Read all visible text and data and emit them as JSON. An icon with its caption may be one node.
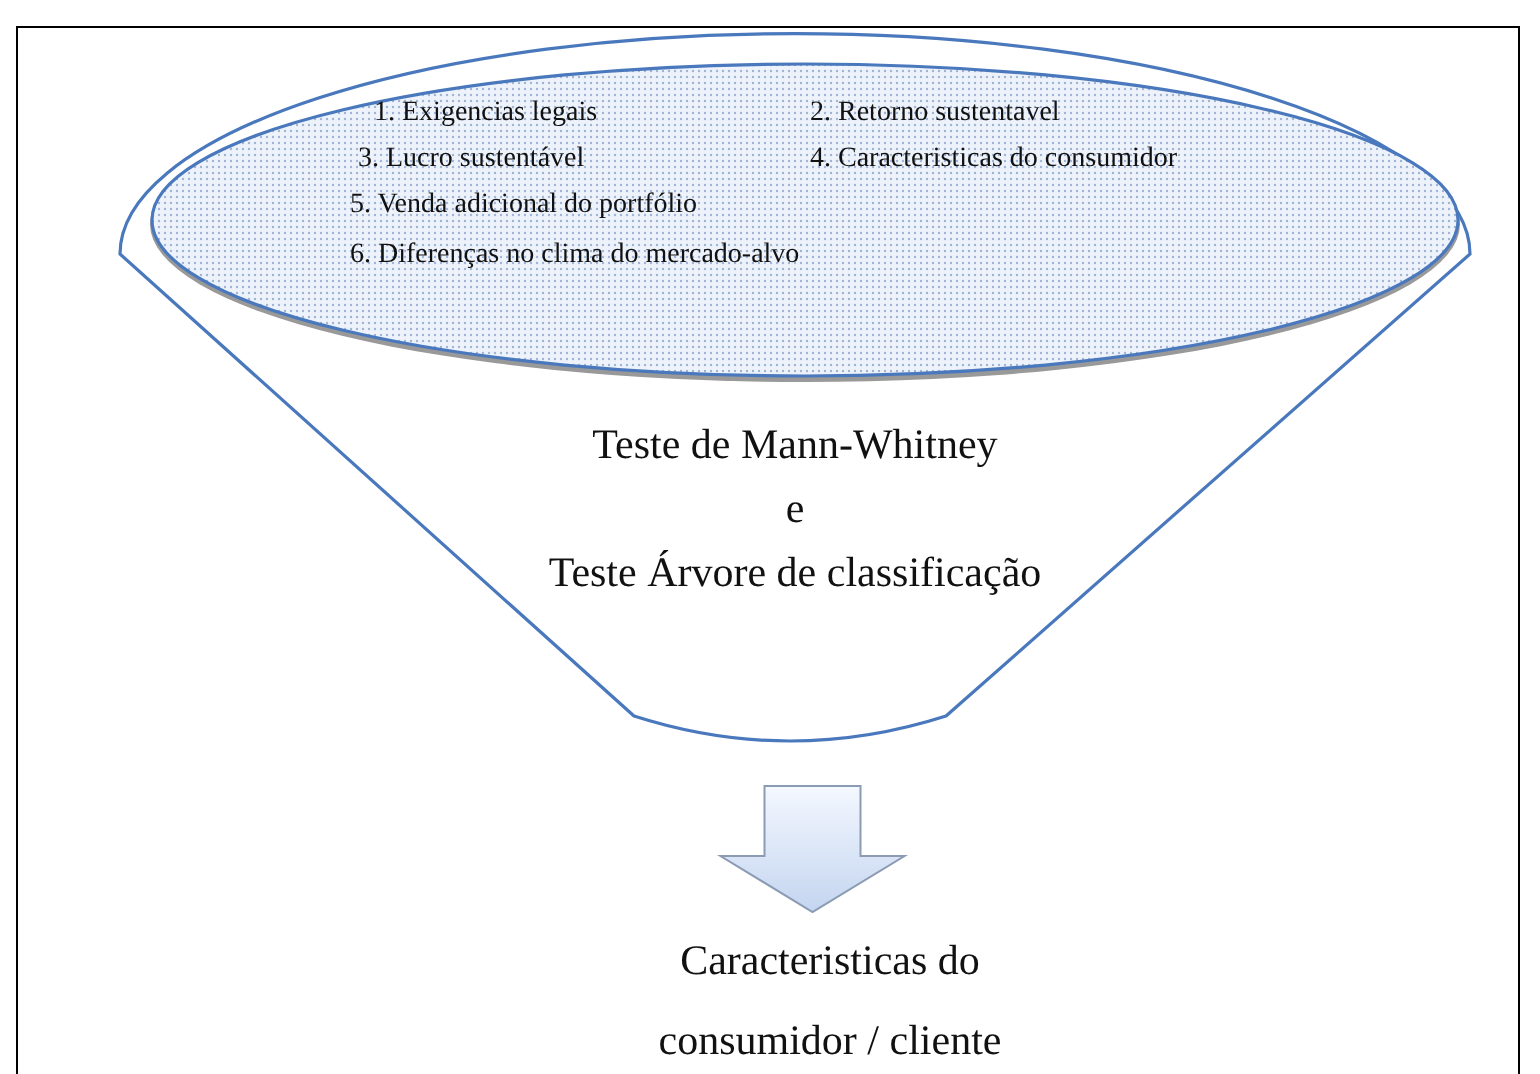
{
  "diagram": {
    "nodes": [
      {
        "text": [
          "Teste de Mann-Whitney",
          "e",
          "Teste Árvore de classificação"
        ]
      },
      {
        "text": [
          "1. Exigencias legais",
          "2. Retorno sustentavel",
          "3. Lucro sustentável",
          "4. Caracteristicas do consumidor",
          "5. Venda adicional do portfólio",
          "6. Diferenças no clima do mercado-alvo"
        ],
        "in": 0
      },
      {
        "text": [
          "Caracteristicas do consumidor / cliente"
        ]
      }
    ],
    "edges": [
      {
        "from": 0,
        "to": 2,
        "arrow": "to"
      }
    ]
  }
}
